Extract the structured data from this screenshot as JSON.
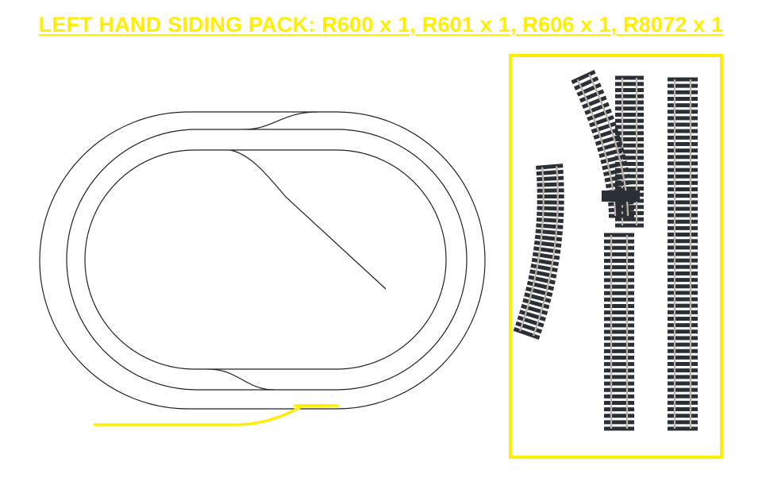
{
  "title": "LEFT HAND SIDING PACK: R600 x 1, R601 x 1, R606 x 1, R8072 x 1",
  "colors": {
    "highlight": "#ffee00",
    "track_line": "#222222",
    "sleeper": "#2b3036",
    "rail": "#b8b3a6",
    "background": "#ffffff"
  },
  "track_pieces": [
    {
      "name": "curve-track",
      "icon": "curved-track-icon"
    },
    {
      "name": "left-hand-point",
      "icon": "point-track-icon"
    },
    {
      "name": "short-straight-track",
      "icon": "straight-track-icon"
    },
    {
      "name": "long-straight-track",
      "icon": "straight-track-icon"
    }
  ]
}
